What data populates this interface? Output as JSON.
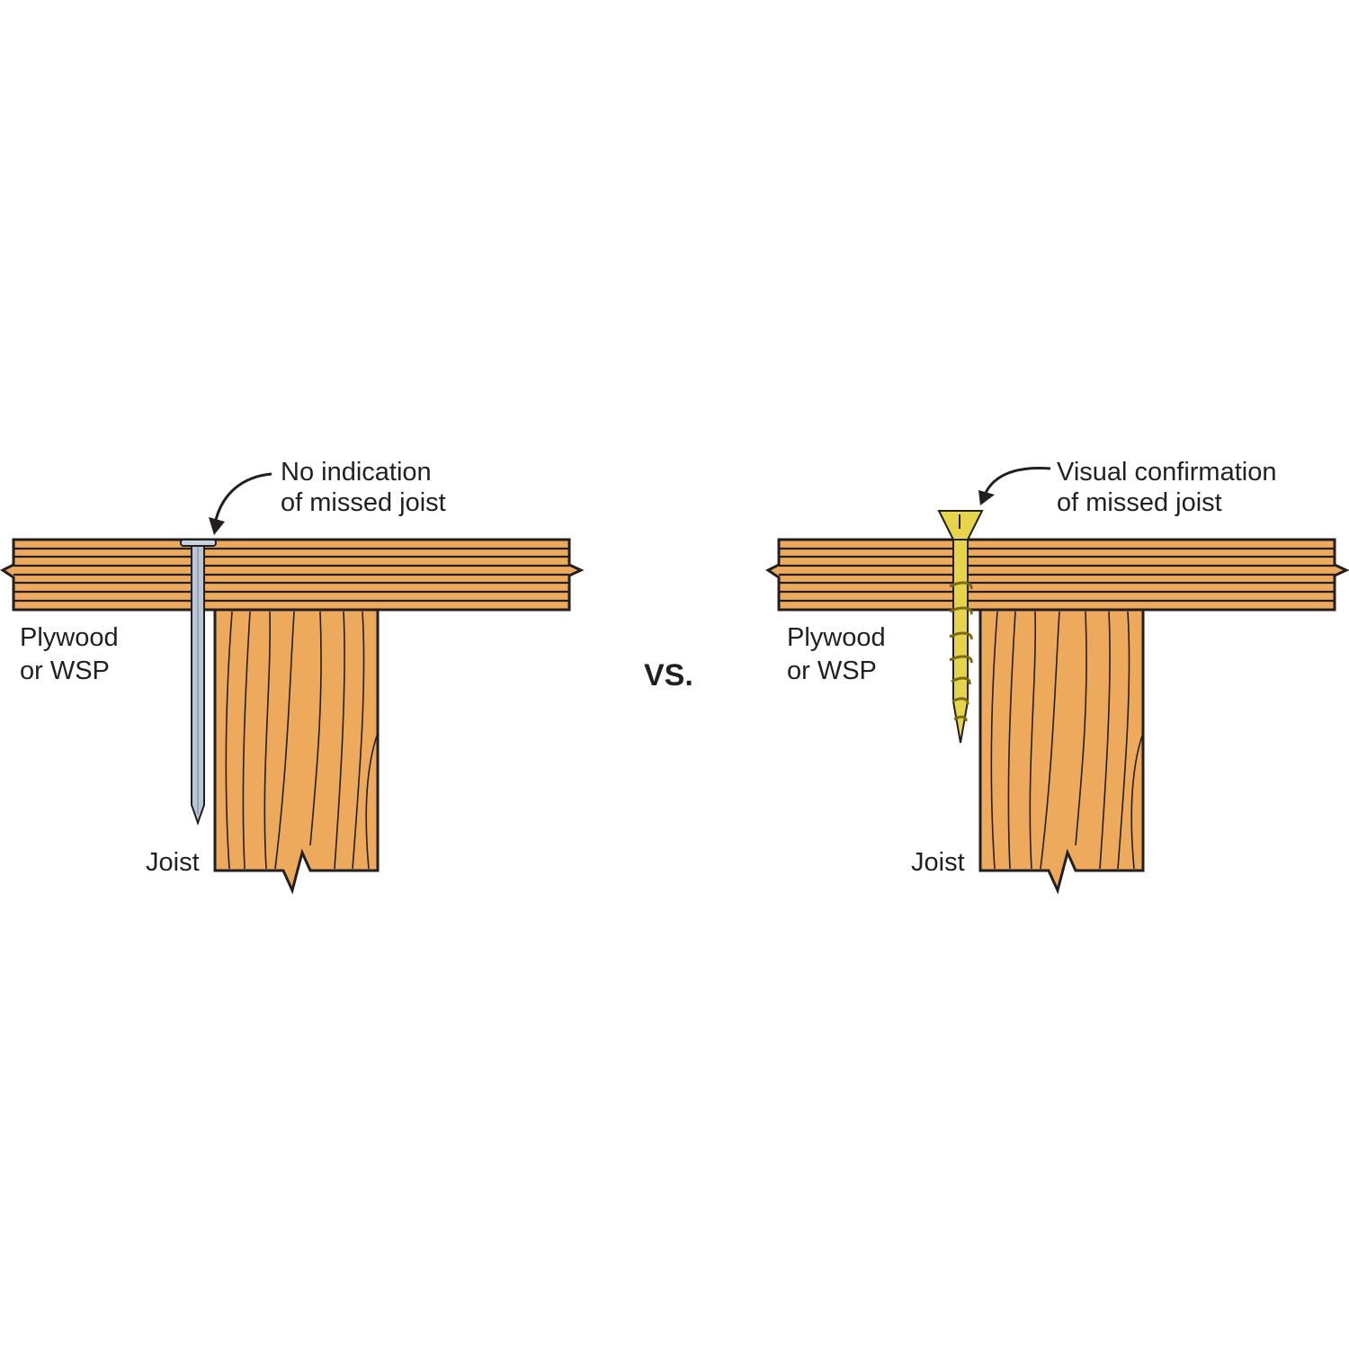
{
  "left": {
    "callout": [
      "No indication",
      "of missed joist"
    ],
    "plywood_label": [
      "Plywood",
      "or WSP"
    ],
    "joist_label": "Joist",
    "fastener": "nail"
  },
  "separator": "VS.",
  "right": {
    "callout": [
      "Visual confirmation",
      "of missed joist"
    ],
    "plywood_label": [
      "Plywood",
      "or WSP"
    ],
    "joist_label": "Joist",
    "fastener": "screw"
  },
  "colors": {
    "wood": "#edaa5c",
    "nail": "#b9c6d3",
    "screw": "#e6d44a",
    "outline": "#231f20"
  }
}
